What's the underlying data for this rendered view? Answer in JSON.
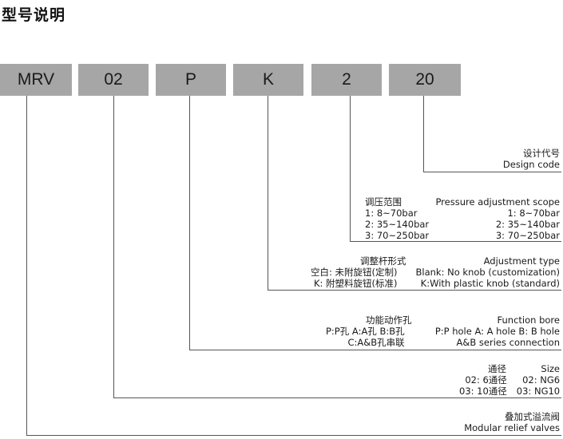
{
  "title": "型号说明",
  "codes": [
    "MRV",
    "02",
    "P",
    "K",
    "2",
    "20"
  ],
  "design": {
    "zh": "设计代号",
    "en": "Design code"
  },
  "pressure": {
    "zh": "调压范围",
    "en": "Pressure adjustment scope",
    "zh_rows": [
      "1: 8~70bar",
      "2: 35~140bar",
      "3: 70~250bar"
    ],
    "en_rows": [
      "1: 8~70bar",
      "2: 35~140bar",
      "3: 70~250bar"
    ]
  },
  "adjust": {
    "zh": "调整杆形式",
    "en": "Adjustment type",
    "zh_rows": [
      "空白: 未附旋钮(定制)",
      "K: 附塑料旋钮(标准)"
    ],
    "en_rows": [
      "Blank: No knob (customization)",
      "K:With plastic knob (standard)"
    ]
  },
  "bore": {
    "zh": "功能动作孔",
    "en": "Function bore",
    "zh_rows": [
      "P:P孔  A:A孔  B:B孔",
      "C:A&B孔串联"
    ],
    "en_rows": [
      "P:P hole   A: A hole   B: B hole",
      "A&B series connection"
    ]
  },
  "size": {
    "zh": "通径",
    "en": "Size",
    "zh_rows": [
      "02: 6通径",
      "03: 10通径"
    ],
    "en_rows": [
      "02: NG6",
      "03: NG10"
    ]
  },
  "valve": {
    "zh": "叠加式溢流阀",
    "en": "Modular relief valves"
  }
}
